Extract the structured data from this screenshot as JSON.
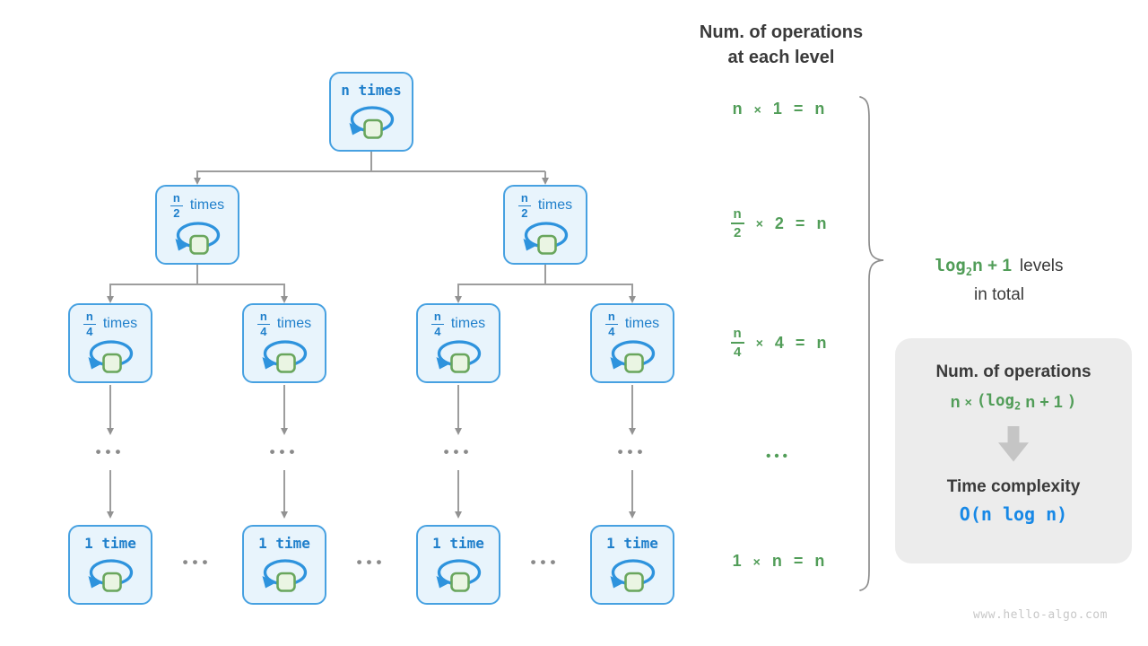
{
  "colors": {
    "node_fill": "#e8f4fc",
    "node_border": "#47a1e1",
    "node_text": "#1f7fcb",
    "loop": "#2e93dd",
    "sq_fill": "#eaf5e3",
    "sq_border": "#69a65d",
    "line": "#9d9d9d",
    "head": "#929292",
    "dots": "#8a8a8a",
    "green": "#519d58",
    "dark": "#3a3a3a",
    "blue": "#1788e6",
    "boxbg": "#ececec",
    "blockarrow": "#c5c5c5",
    "brace": "#8d8d8d",
    "watermark": "#c7c7c7"
  },
  "header": {
    "line1": "Num. of operations",
    "line2": "at each level"
  },
  "tree": {
    "level1": [
      {
        "label": "n times"
      }
    ],
    "level2": [
      {
        "num": "n",
        "den": "2",
        "word": "times"
      },
      {
        "num": "n",
        "den": "2",
        "word": "times"
      }
    ],
    "level3": [
      {
        "num": "n",
        "den": "4",
        "word": "times"
      },
      {
        "num": "n",
        "den": "4",
        "word": "times"
      },
      {
        "num": "n",
        "den": "4",
        "word": "times"
      },
      {
        "num": "n",
        "den": "4",
        "word": "times"
      }
    ],
    "level4": [
      {
        "label": "1 time"
      },
      {
        "label": "1 time"
      },
      {
        "label": "1 time"
      },
      {
        "label": "1 time"
      }
    ],
    "mid_ellipsis": [
      "•••",
      "•••",
      "•••",
      "•••"
    ],
    "bottom_ellipsis": [
      "•••",
      "•••",
      "•••"
    ]
  },
  "equations": {
    "row1": {
      "lhs": "n",
      "op": "×",
      "mid": "1",
      "eq": "=",
      "rhs": "n"
    },
    "row2": {
      "num": "n",
      "den": "2",
      "op": "×",
      "mid": "2",
      "eq": "=",
      "rhs": "n"
    },
    "row3": {
      "num": "n",
      "den": "4",
      "op": "×",
      "mid": "4",
      "eq": "=",
      "rhs": "n"
    },
    "dots": "•••",
    "row5": {
      "lhs": "1",
      "op": "×",
      "mid": "n",
      "eq": "=",
      "rhs": "n"
    }
  },
  "levels_note": {
    "log": "log",
    "sub": "2",
    "expr": "n + 1",
    "word": "levels",
    "line2": "in total"
  },
  "summary": {
    "title": "Num. of operations",
    "formula": {
      "a": "n",
      "op": "×",
      "open": "(",
      "log": "log",
      "sub": "2",
      "rest": "n + 1",
      "close": ")"
    },
    "title2": "Time complexity",
    "complexity": "O(n log n)"
  },
  "watermark": "www.hello-algo.com"
}
